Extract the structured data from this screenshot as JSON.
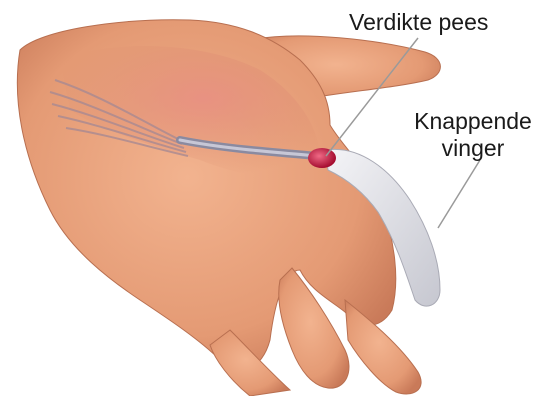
{
  "labels": {
    "thickened_tendon": "Verdikte pees",
    "trigger_finger_line1": "Knappende",
    "trigger_finger_line2": "vinger"
  },
  "colors": {
    "skin": "#e9a27e",
    "skin_dark": "#c97a59",
    "palm_tissue": "#df8f78",
    "tendon_sheath": "#dcdde3",
    "tendon": "#8a8aa0",
    "nodule": "#c0143c",
    "leader_line": "#9a9a9a",
    "background": "#ffffff"
  }
}
